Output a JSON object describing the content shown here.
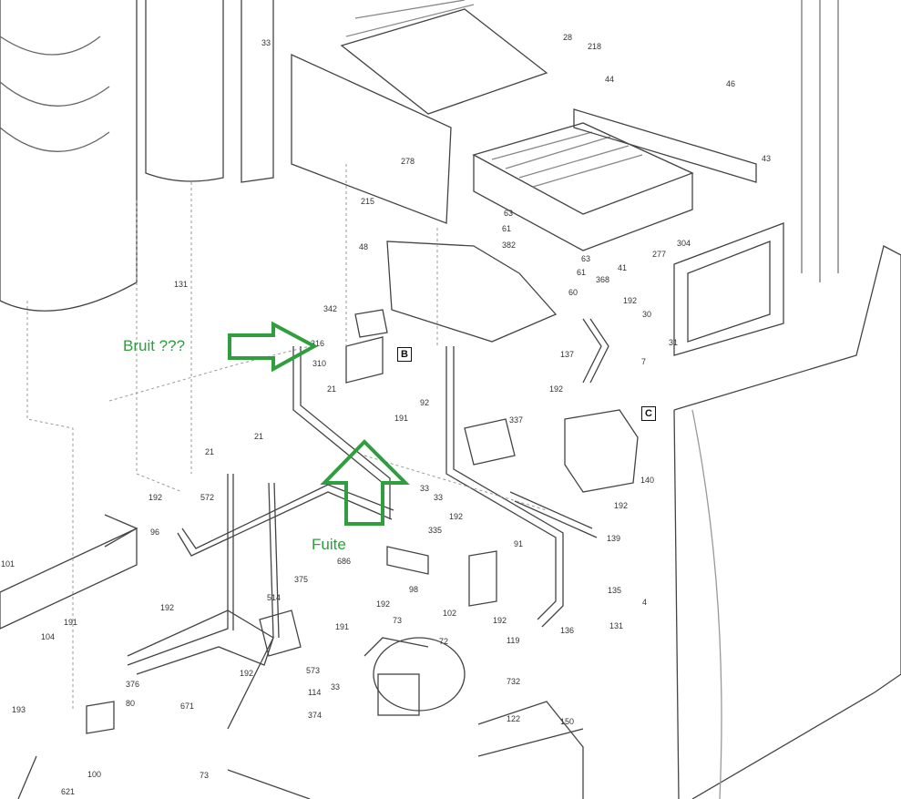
{
  "annotations": {
    "noise_label": "Bruit ???",
    "leak_label": "Fuite",
    "arrow_color": "#2e9e3e"
  },
  "callouts": {
    "b": "B",
    "c": "C"
  },
  "part_labels": [
    "33",
    "28",
    "218",
    "44",
    "46",
    "43",
    "278",
    "215",
    "63",
    "61",
    "382",
    "48",
    "368",
    "41",
    "277",
    "304",
    "63",
    "61",
    "60",
    "131",
    "342",
    "316",
    "310",
    "21",
    "92",
    "191",
    "337",
    "192",
    "30",
    "31",
    "137",
    "192",
    "7",
    "140",
    "192",
    "139",
    "21",
    "21",
    "192",
    "572",
    "96",
    "33",
    "33",
    "192",
    "335",
    "91",
    "101",
    "686",
    "98",
    "375",
    "514",
    "192",
    "73",
    "191",
    "102",
    "192",
    "135",
    "131",
    "136",
    "72",
    "119",
    "104",
    "191",
    "192",
    "376",
    "573",
    "192",
    "33",
    "114",
    "374",
    "732",
    "122",
    "150",
    "4",
    "193",
    "80",
    "671",
    "73",
    "100",
    "621"
  ]
}
